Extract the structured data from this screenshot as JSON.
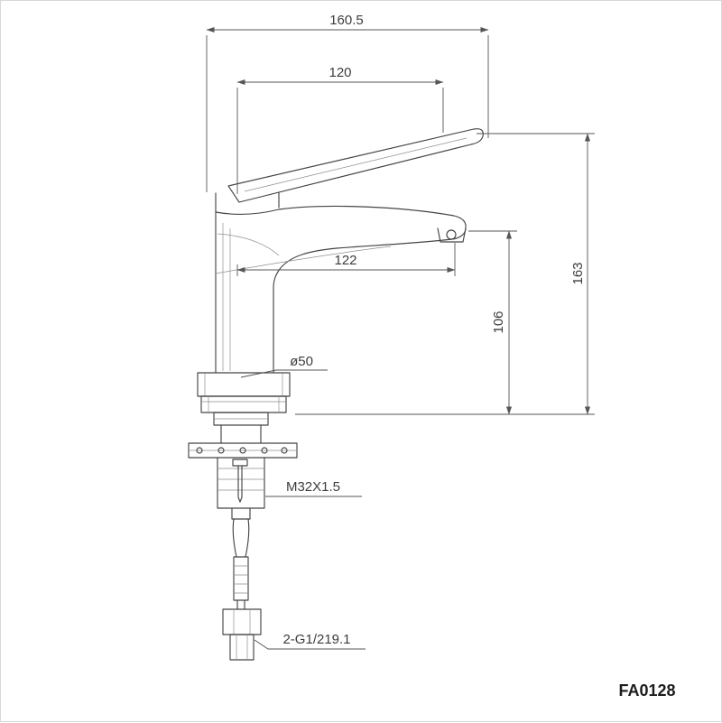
{
  "drawing": {
    "dims": {
      "overall_length": "160.5",
      "handle_length": "120",
      "spout_reach": "122",
      "overall_height": "163",
      "spout_height": "106",
      "base_diameter": "ø50",
      "thread": "M32X1.5",
      "inlet": "2-G1/219.1"
    },
    "part_number": "FA0128"
  }
}
